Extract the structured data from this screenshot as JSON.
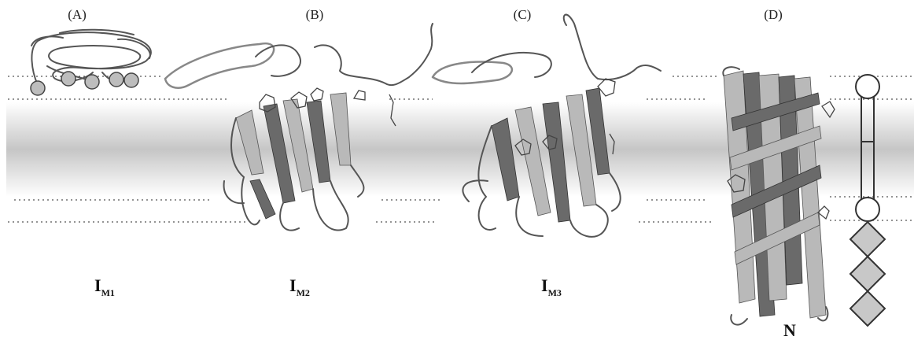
{
  "panels": [
    {
      "id": "A",
      "label": "(A)",
      "state": "I",
      "state_sub": "M1"
    },
    {
      "id": "B",
      "label": "(B)",
      "state": "I",
      "state_sub": "M2"
    },
    {
      "id": "C",
      "label": "(C)",
      "state": "I",
      "state_sub": "M3"
    },
    {
      "id": "D",
      "label": "(D)",
      "state": "N",
      "state_sub": ""
    }
  ],
  "colors": {
    "membrane_edge": "#ffffff",
    "membrane_core": "#c8c8c8",
    "sphere_fill": "#bdbdbd",
    "diamond_fill": "#c8c8c8"
  },
  "icons": {
    "unfolded_chain": "unfolded-chain-icon",
    "barrel_schematic": "barrel-schematic-icon"
  }
}
